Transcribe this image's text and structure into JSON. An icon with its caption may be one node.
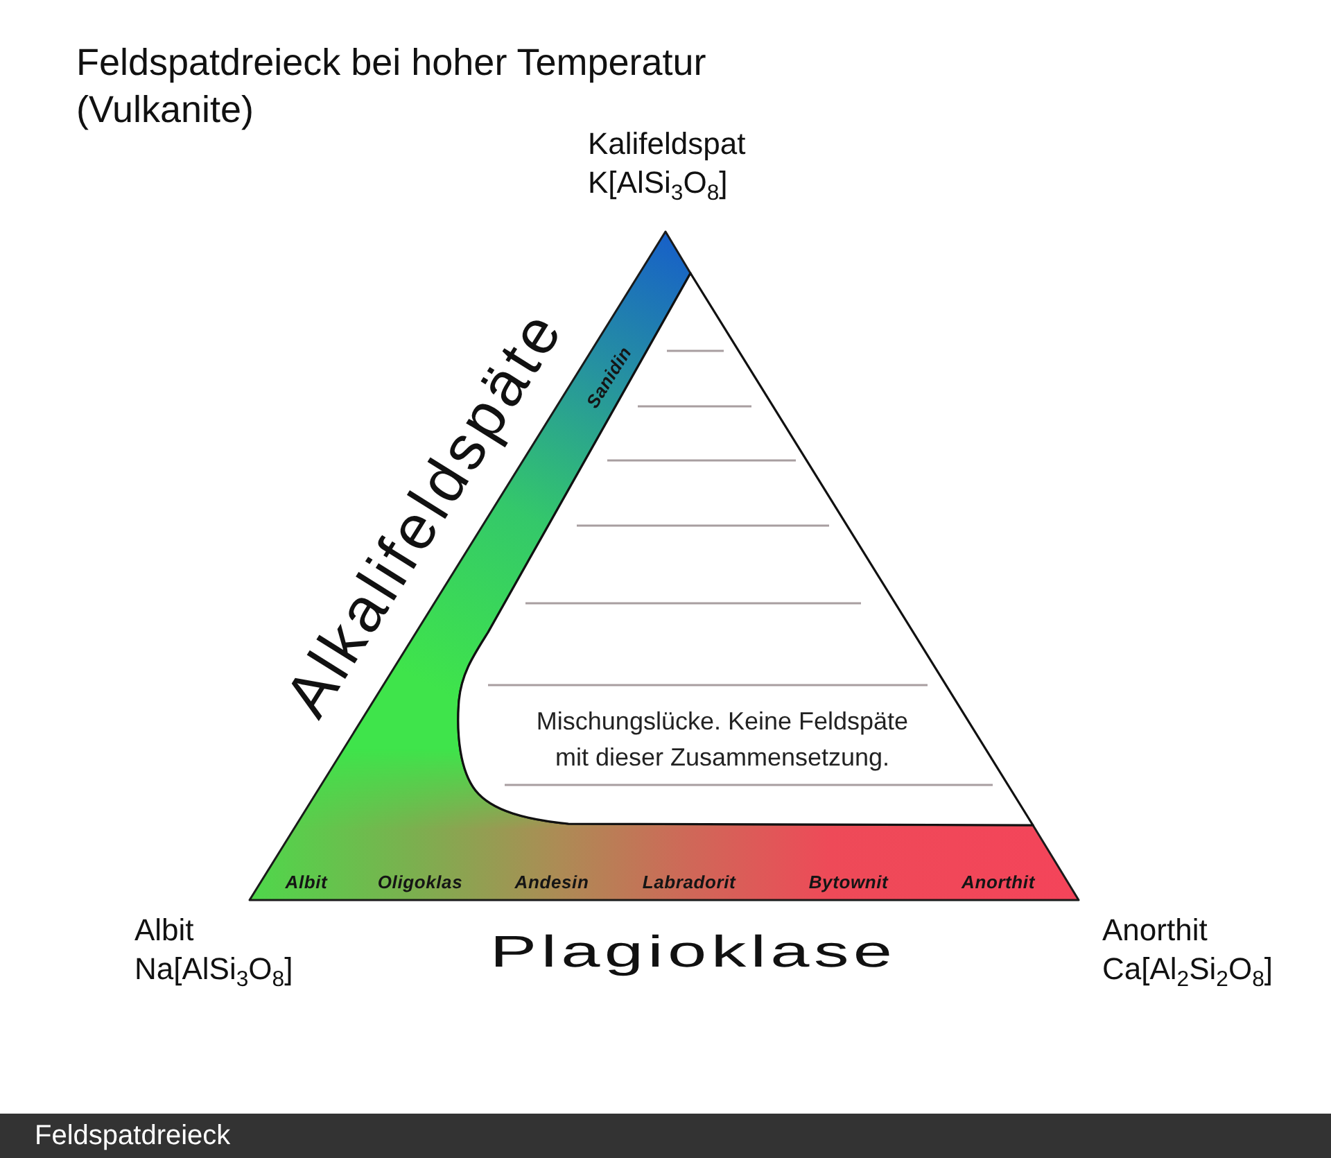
{
  "diagram": {
    "title": "Feldspatdreieck bei hoher Temperatur (Vulkanite)",
    "nodes": [
      {
        "text": [
          "Sanidin",
          "Albit",
          "Oligoklas",
          "Andesin",
          "Labradorit",
          "Bytownit",
          "Anorthit"
        ]
      },
      {
        "text": [
          "Mischungslücke. Keine Feldspäte mit dieser Zusammensetzung."
        ]
      }
    ],
    "labels": [
      "Kalifeldspat",
      "K[AlSi$_{3}$O$_{8}$]",
      "Alkalifeldspäte",
      "Albit",
      "Na[AlSi$_{3}$O$_{8}$]",
      "Plagioklase",
      "Anorthit",
      "Ca[Al$_{2}$Si$_{2}$O$_{8}$]",
      "Feldspatdreieck"
    ]
  }
}
